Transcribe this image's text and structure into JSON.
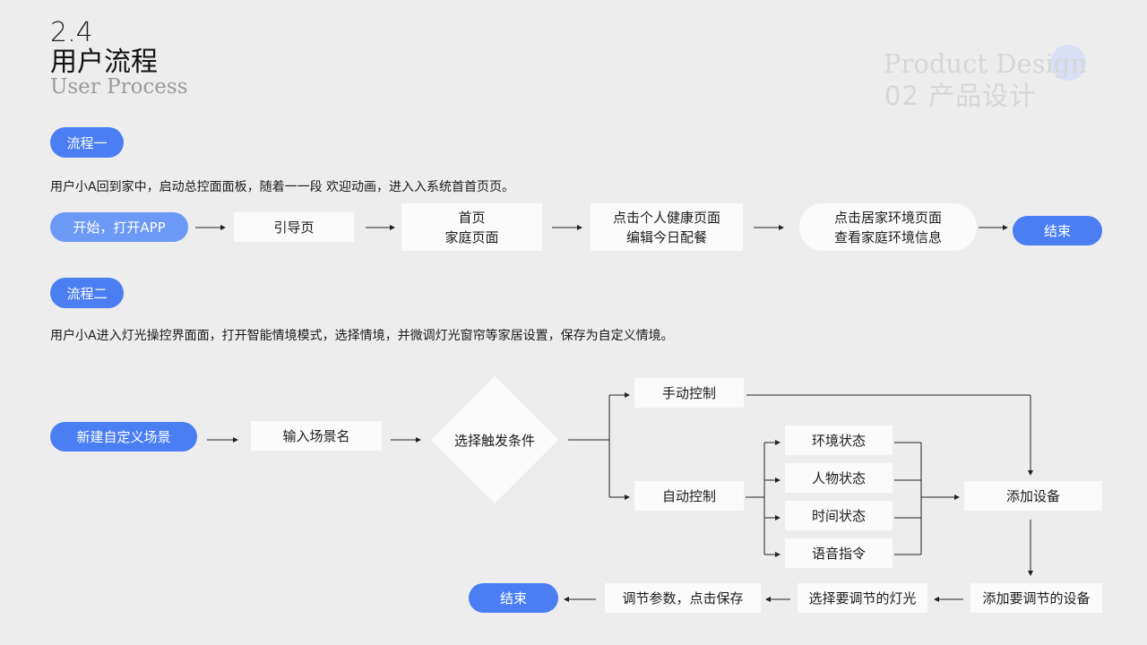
{
  "header": {
    "section_number": "2.4",
    "title": "用户流程",
    "subtitle": "User Process",
    "watermark_en": "Product Design",
    "watermark_cn": "02 产品设计"
  },
  "flow1": {
    "tag": "流程一",
    "description": "用户小A回到家中，启动总控面面板，随着一一段 欢迎动画，进入入系统首首页页。",
    "start": "开始，打开APP",
    "step1": "引导页",
    "step2_line1": "首页",
    "step2_line2": "家庭页面",
    "step3_line1": "点击个人健康页面",
    "step3_line2": "编辑今日配餐",
    "step4_line1": "点击居家环境页面",
    "step4_line2": "查看家庭环境信息",
    "end": "结束"
  },
  "flow2": {
    "tag": "流程二",
    "description": "用户小A进入灯光操控界面面，打开智能情境模式，选择情境，并微调灯光窗帘等家居设置，保存为自定义情境。",
    "start": "新建自定义场景",
    "input_name": "输入场景名",
    "decision": "选择触发条件",
    "manual": "手动控制",
    "auto": "自动控制",
    "cond_env": "环境状态",
    "cond_person": "人物状态",
    "cond_time": "时间状态",
    "cond_voice": "语音指令",
    "add_device": "添加设备",
    "add_target_device": "添加要调节的设备",
    "select_light": "选择要调节的灯光",
    "adjust_save": "调节参数，点击保存",
    "end": "结束"
  },
  "colors": {
    "accent": "#4a7ef2",
    "accent_light": "#6c99f5",
    "box": "#fafafa",
    "background": "#ededed"
  }
}
